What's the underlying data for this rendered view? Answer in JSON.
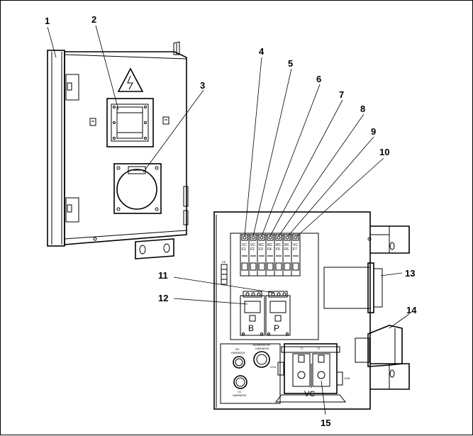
{
  "callouts": [
    "1",
    "2",
    "3",
    "4",
    "5",
    "6",
    "7",
    "8",
    "9",
    "10",
    "11",
    "12",
    "13",
    "14",
    "15"
  ],
  "breakers": [
    "VC\nF1",
    "VC\nF2",
    "RC\nF3",
    "RC\nF4",
    "RC\nF5",
    "RC\nF6",
    "VC\nF7"
  ],
  "contactor_labels": [
    "B",
    "P"
  ],
  "harness_labels": {
    "rc": [
      "RC",
      "HARNESS"
    ],
    "generator": [
      "GENERATOR",
      "HARNESS"
    ],
    "vc": [
      "VC",
      "HARNESS"
    ]
  },
  "vc_block_label": "VC",
  "side_labels": {
    "vca": "VCA",
    "vcb": "VCB",
    "pe": "PE",
    "tt_left": "TT",
    "tt_right": "TT"
  }
}
